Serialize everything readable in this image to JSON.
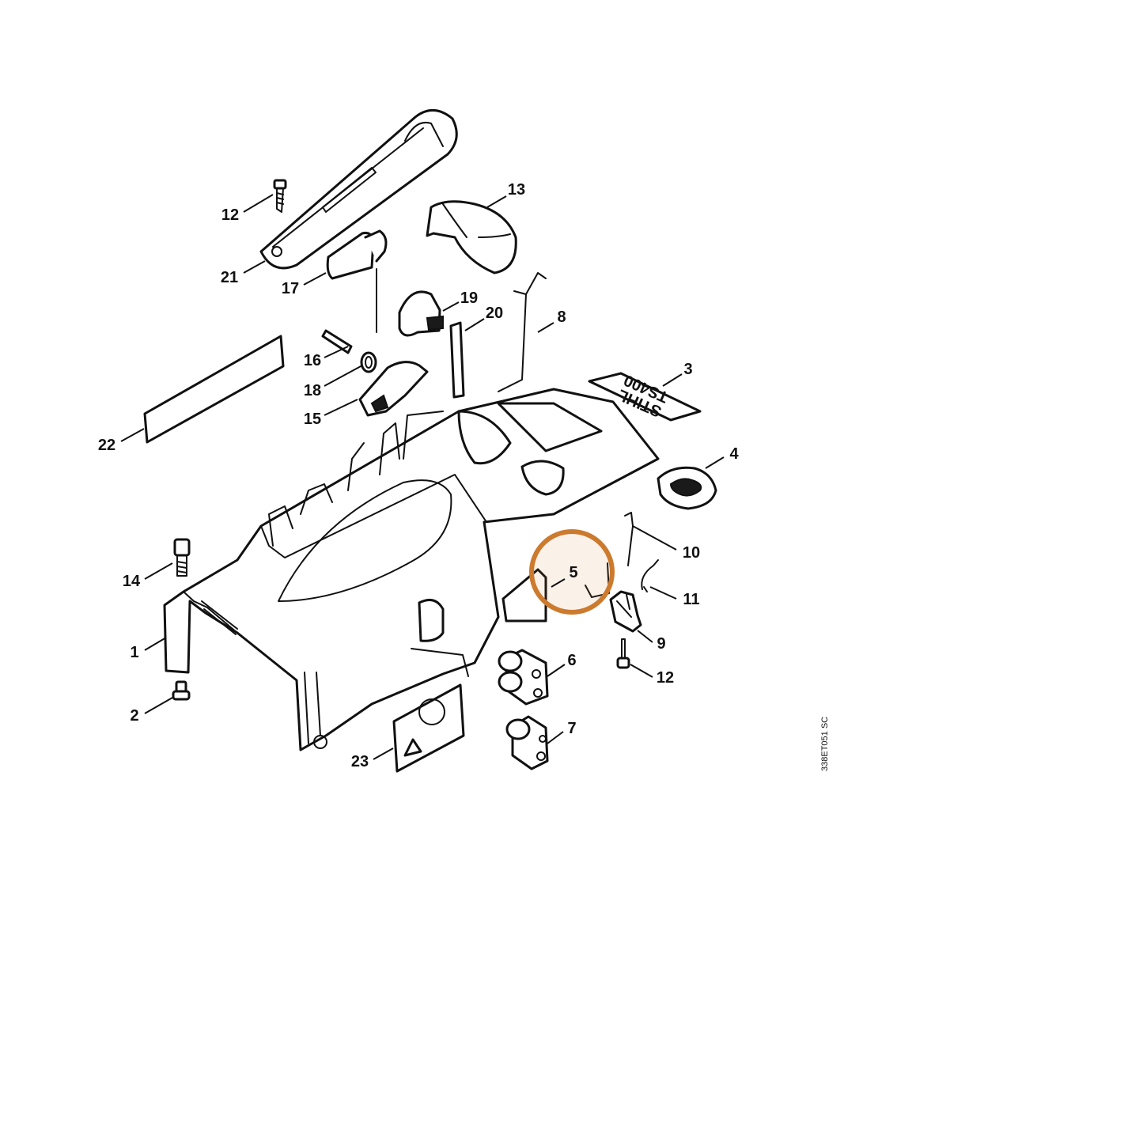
{
  "diagram": {
    "drawing_code": "338ET051 SC",
    "highlighted_part": "5",
    "decal_text": [
      "STIHL",
      "TS400"
    ],
    "highlight_color": "#cc7a2e",
    "labels": {
      "p1": "1",
      "p2": "2",
      "p3": "3",
      "p4": "4",
      "p5": "5",
      "p6": "6",
      "p7": "7",
      "p8": "8",
      "p9": "9",
      "p10": "10",
      "p11": "11",
      "p12a": "12",
      "p12b": "12",
      "p13": "13",
      "p14": "14",
      "p15": "15",
      "p16": "16",
      "p17": "17",
      "p18": "18",
      "p19": "19",
      "p20": "20",
      "p21": "21",
      "p22": "22",
      "p23": "23"
    }
  }
}
